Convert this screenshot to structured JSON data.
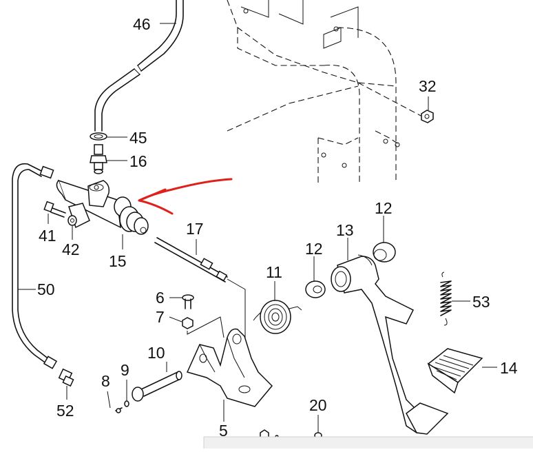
{
  "diagram": {
    "callouts": [
      "45",
      "46",
      "32",
      "16",
      "41",
      "42",
      "15",
      "17",
      "12",
      "13",
      "12",
      "11",
      "53",
      "50",
      "6",
      "7",
      "10",
      "9",
      "8",
      "52",
      "5",
      "20",
      "14"
    ],
    "colors": {
      "line": "#111111",
      "annotation_arrow": "#e0201b",
      "background": "#ffffff"
    }
  }
}
